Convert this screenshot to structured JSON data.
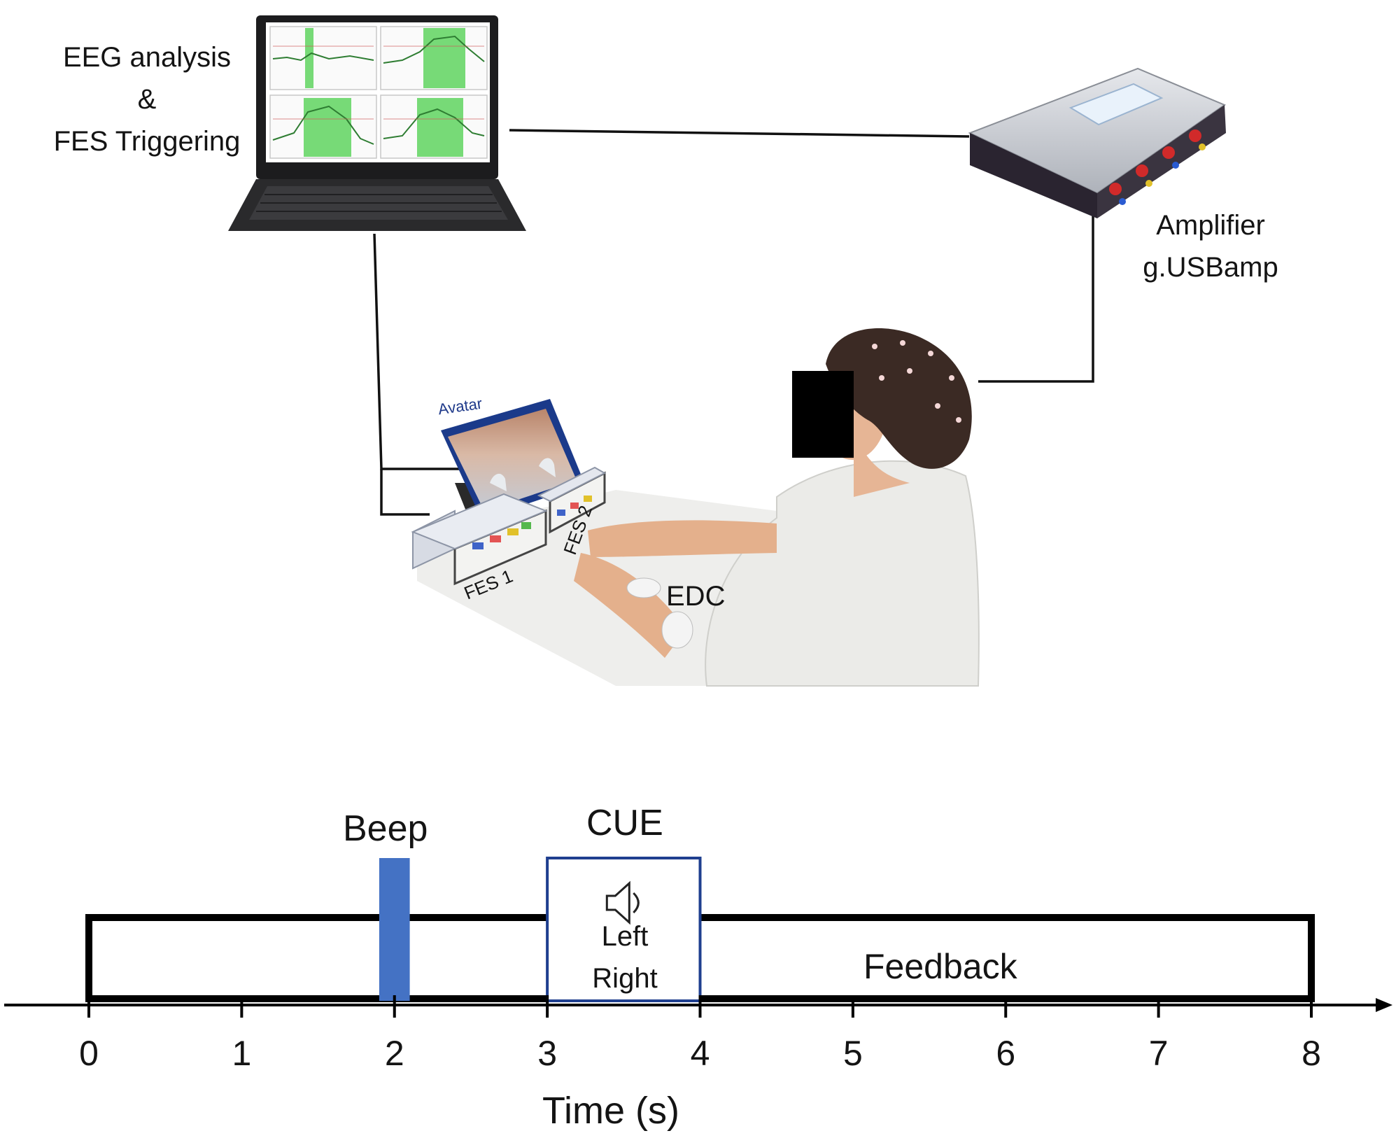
{
  "setup": {
    "eeg_label_line1": "EEG analysis",
    "eeg_label_line2": "&",
    "eeg_label_line3": "FES Triggering",
    "amplifier_label_line1": "Amplifier",
    "amplifier_label_line2": "g.USBamp",
    "avatar_label": "Avatar",
    "fes1_label": "FES 1",
    "fes2_label": "FES 2",
    "edc_label": "EDC"
  },
  "timeline": {
    "beep_label": "Beep",
    "cue_label": "CUE",
    "cue_left": "Left",
    "cue_right": "Right",
    "feedback_label": "Feedback",
    "xlabel": "Time (s)",
    "ticks": [
      "0",
      "1",
      "2",
      "3",
      "4",
      "5",
      "6",
      "7",
      "8"
    ],
    "trial_start": 0,
    "trial_end": 8,
    "beep_start": 1.9,
    "beep_end": 2.1,
    "cue_start": 3,
    "cue_end": 4,
    "beep_color": "#4472c4",
    "cue_border_color": "#1f3f8f"
  }
}
